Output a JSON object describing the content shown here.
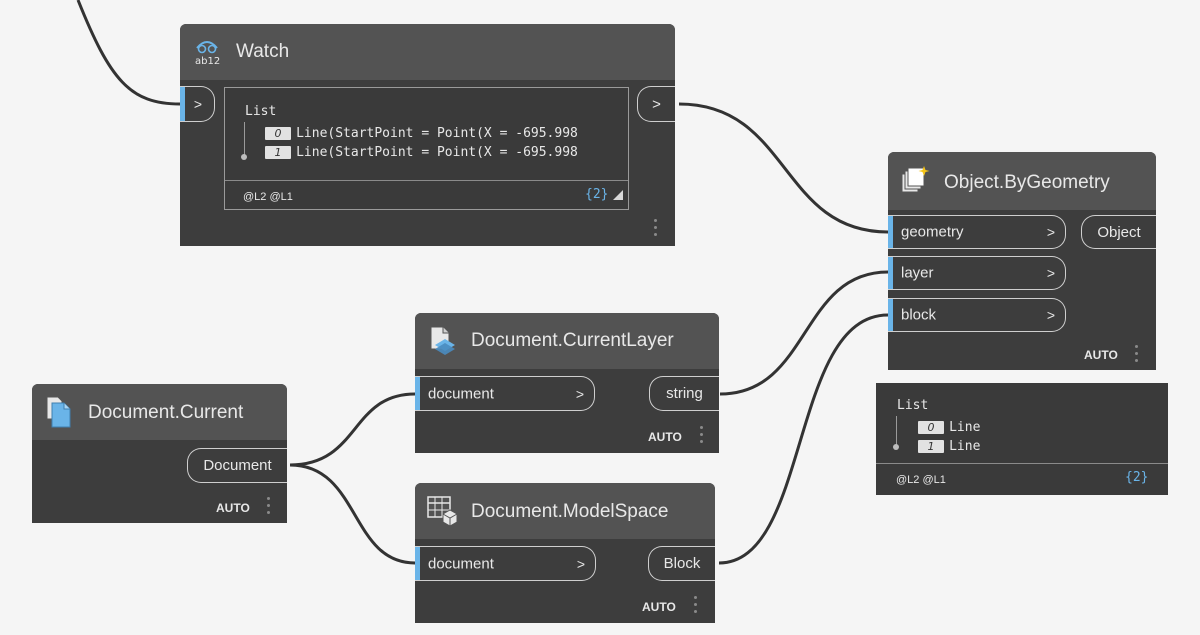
{
  "watch": {
    "title": "Watch",
    "input_arrow": ">",
    "output_arrow": ">",
    "list_label": "List",
    "items": [
      {
        "index": "0",
        "text": "Line(StartPoint = Point(X = -695.998"
      },
      {
        "index": "1",
        "text": "Line(StartPoint = Point(X = -695.998"
      }
    ],
    "levels": "@L2 @L1",
    "count": "{2}"
  },
  "object_by_geometry": {
    "title": "Object.ByGeometry",
    "inputs": [
      {
        "label": "geometry",
        "arrow": ">"
      },
      {
        "label": "layer",
        "arrow": ">"
      },
      {
        "label": "block",
        "arrow": ">"
      }
    ],
    "output": "Object",
    "lacing": "AUTO"
  },
  "object_preview": {
    "list_label": "List",
    "items": [
      {
        "index": "0",
        "text": "Line"
      },
      {
        "index": "1",
        "text": "Line"
      }
    ],
    "levels": "@L2 @L1",
    "count": "{2}"
  },
  "doc_current_layer": {
    "title": "Document.CurrentLayer",
    "input": {
      "label": "document",
      "arrow": ">"
    },
    "output": "string",
    "lacing": "AUTO"
  },
  "doc_current": {
    "title": "Document.Current",
    "output": "Document",
    "lacing": "AUTO"
  },
  "doc_model_space": {
    "title": "Document.ModelSpace",
    "input": {
      "label": "document",
      "arrow": ">"
    },
    "output": "Block",
    "lacing": "AUTO"
  },
  "colors": {
    "canvas": "#f5f5f5",
    "node_body": "#3d3d3d",
    "node_header": "#535353",
    "port_accent": "#6ab4e8",
    "wire": "#333333"
  }
}
